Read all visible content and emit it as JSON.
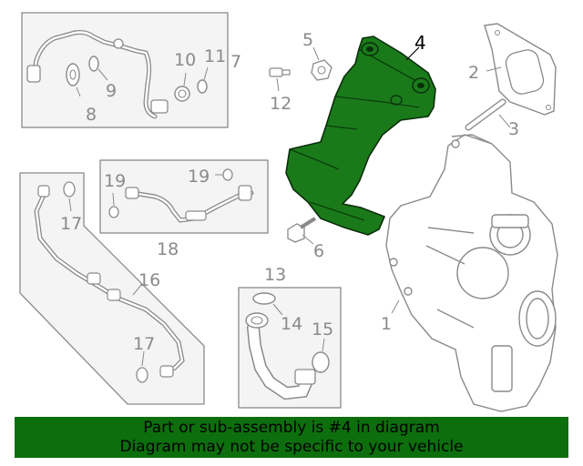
{
  "diagram": {
    "callouts": {
      "c1": "1",
      "c2": "2",
      "c3": "3",
      "c4": "4",
      "c5": "5",
      "c6": "6",
      "c7": "7",
      "c8": "8",
      "c9": "9",
      "c10": "10",
      "c11": "11",
      "c12": "12",
      "c13": "13",
      "c14": "14",
      "c15": "15",
      "c16": "16",
      "c17a": "17",
      "c17b": "17",
      "c18": "18",
      "c19a": "19",
      "c19b": "19"
    },
    "highlight_part": "4",
    "colors": {
      "highlight": "#1a7a1a",
      "line": "#8a8a8a",
      "box_fill": "#f4f4f4",
      "banner": "#0d6e0d"
    }
  },
  "banner": {
    "line1": "Part or sub-assembly is #4 in diagram",
    "line2": "Diagram may not be specific to your vehicle"
  }
}
